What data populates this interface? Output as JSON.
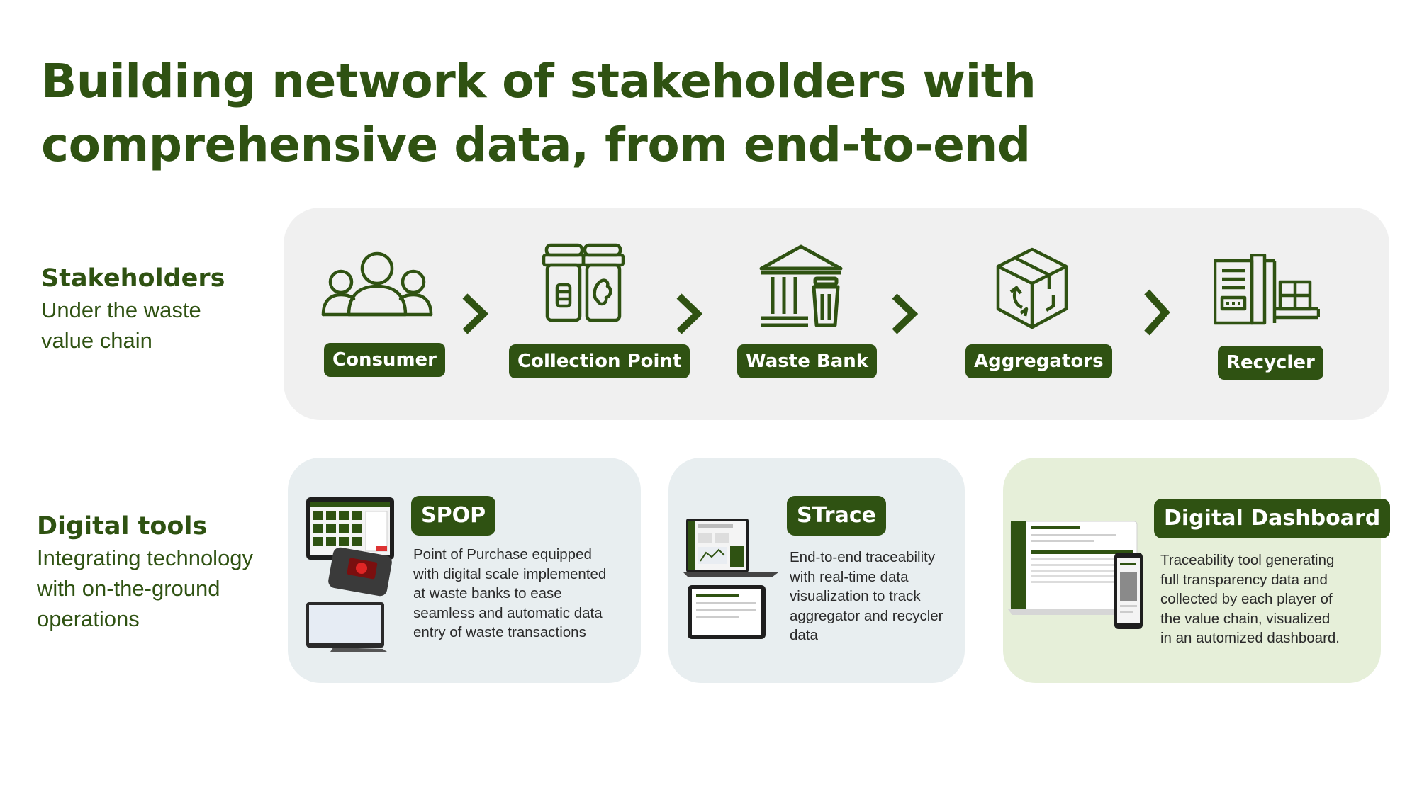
{
  "title": "Building network of stakeholders with comprehensive data, from end-to-end",
  "stakeholders": {
    "heading": "Stakeholders",
    "subheading_line1": "Under the waste",
    "subheading_line2": "value chain",
    "stages": [
      {
        "label": "Consumer",
        "icon": "people-group-icon"
      },
      {
        "label": "Collection Point",
        "icon": "recycle-bins-icon"
      },
      {
        "label": "Waste Bank",
        "icon": "bank-trash-icon"
      },
      {
        "label": "Aggregators",
        "icon": "recycling-box-icon"
      },
      {
        "label": "Recycler",
        "icon": "factory-icon"
      }
    ]
  },
  "digital_tools": {
    "heading": "Digital tools",
    "subheading_line1": "Integrating technology",
    "subheading_line2": "with on-the-ground",
    "subheading_line3": "operations",
    "tools": [
      {
        "name": "SPOP",
        "desc_lines": [
          "Point of Purchase equipped",
          "with digital scale implemented",
          "at waste banks to ease",
          "seamless and automatic data",
          "entry of waste transactions"
        ]
      },
      {
        "name": "STrace",
        "desc_lines": [
          "End-to-end traceability",
          "with real-time data",
          "visualization to track",
          "aggregator and recycler",
          "data"
        ]
      },
      {
        "name": "Digital Dashboard",
        "desc_lines": [
          "Traceability tool generating",
          "full transparency data and",
          "collected by each player of",
          "the value chain, visualized",
          "in an automized dashboard."
        ]
      }
    ]
  },
  "colors": {
    "primary_green": "#2f5212",
    "panel_gray": "#f0f0f0",
    "card_blue_gray": "#e8eef0",
    "card_light_green": "#e6efd9"
  }
}
